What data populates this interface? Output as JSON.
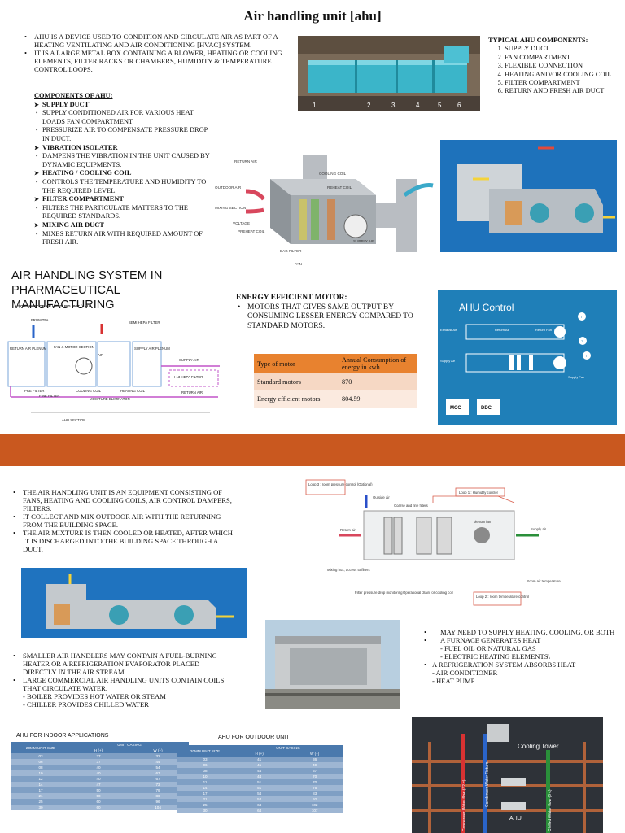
{
  "page1": {
    "title": "Air handling unit [ahu]",
    "intro": [
      "AHU IS A DEVICE USED TO CONDITION AND CIRCULATE AIR AS PART OF A HEATING VENTILATING AND AIR CONDITIONING [HVAC] SYSTEM.",
      "IT IS A LARGE METAL BOX CONTAINING A BLOWER, HEATING OR COOLING ELEMENTS, FILTER RACKS OR CHAMBERS, HUMIDITY & TEMPERATURE CONTROL LOOPS."
    ],
    "components_heading": "COMPONENTS OF AHU:",
    "components": [
      {
        "name": "SUPPLY DUCT",
        "desc": [
          "SUPPLY CONDITIONED AIR FOR VARIOUS HEAT LOADS FAN COMPARTMENT.",
          "PRESSURIZE AIR TO COMPENSATE PRESSURE DROP IN DUCT."
        ]
      },
      {
        "name": "VIBRATION ISOLATER",
        "desc": [
          "DAMPENS THE VIBRATION IN THE UNIT CAUSED BY DYNAMIC EQUIPMENTS."
        ]
      },
      {
        "name": "HEATING / COOLING COIL",
        "desc": [
          "CONTROLS THE TEMPERATURE AND HUMIDITY TO THE REQUIRED LEVEL."
        ]
      },
      {
        "name": "FILTER COMPARTMENT",
        "desc": [
          "FILTERS THE PARTICULATE MATTERS TO THE REQUIRED STANDARDS."
        ]
      },
      {
        "name": "MIXING AIR DUCT",
        "desc": [
          "MIXES RETURN AIR WITH REQUIRED AMOUNT OF FRESH AIR."
        ]
      }
    ],
    "typical_heading": "TYPICAL AHU COMPONENTS:",
    "typical": [
      "SUPPLY DUCT",
      "FAN COMPARTMENT",
      "FLEXIBLE CONNECTION",
      "HEATING AND/OR COOLING COIL",
      "FILTER COMPARTMENT",
      "RETURN AND FRESH AIR DUCT"
    ],
    "photo_numbers": [
      "1",
      "2",
      "3",
      "4",
      "5",
      "6"
    ],
    "cutaway_labels": {
      "return_air": "RETURN AIR",
      "cooling_coil": "COOLING COIL",
      "outdoor_air": "OUTDOOR AIR",
      "reheat_coil": "REHEAT COIL",
      "mixing_section": "MIXING SECTION",
      "voltage": "VOLTAGE",
      "preheat_coil": "PREHEAT COIL",
      "supply_air": "SUPPLY AIR",
      "bag_filter": "BAG FILTER",
      "fan": "FAN"
    },
    "pharma": {
      "heading": "AIR HANDLING SYSTEM IN PHARMACEUTICAL MANUFACTURING",
      "schematic_title": "SCHEMATIC OF AIR HANDLING UNIT (AHU)",
      "labels": {
        "from_tfa": "FROM TFA",
        "semi_hepa": "SEMI HEPA FILTER",
        "return_air_plenum": "RETURN AIR PLENUM",
        "fan_motor": "FAN & MOTOR SECTION",
        "air": "AIR",
        "supply_air_plenum": "SUPPLY AIR PLENUM",
        "supply_air": "SUPPLY AIR",
        "hepa": "H-13 HEPA FILTER",
        "pre_filter": "PRE FILTER",
        "fine_filter": "FINE FILTER",
        "cooling_coil": "COOLING COIL",
        "heating_coil": "HEATING COIL",
        "moisture": "MOISTURE ELIMINATOR",
        "return_air": "RETURN AIR",
        "section": "AHU SECTION"
      }
    },
    "energy": {
      "heading": "ENERGY EFFICIENT MOTOR:",
      "text": "MOTORS THAT GIVES SAME OUTPUT BY CONSUMING LESSER ENERGY COMPARED TO STANDARD MOTORS.",
      "table_headers": [
        "Type of motor",
        "Annual Consumption of energy in kwh"
      ],
      "table_rows": [
        [
          "Standard motors",
          "870"
        ],
        [
          "Energy efficient motors",
          "804.59"
        ]
      ]
    },
    "control": {
      "title": "AHU Control",
      "labels": [
        "Exhaust Air",
        "Return Air",
        "Return Fan",
        "Supply Air",
        "Supply Fan",
        "T",
        "T",
        "T"
      ],
      "boxes": [
        "MCC",
        "DDC"
      ]
    }
  },
  "page2": {
    "intro": [
      "THE AIR HANDLING UNIT IS AN EQUIPMENT CONSISTING OF FANS, HEATING AND COOLING COILS, AIR CONTROL DAMPERS, FILTERS.",
      "IT COLLECT AND MIX OUTDOOR AIR WITH THE RETURNING FROM THE BUILDING SPACE.",
      "THE AIR MIXTURE IS THEN COOLED OR HEATED, AFTER WHICH IT IS DISCHARGED INTO THE BUILDING SPACE THROUGH A DUCT."
    ],
    "loops": {
      "loop1": "Loop 1 : Humidity control",
      "loop2": "Loop 2 : room temperature control",
      "loop3": "Loop 3 : room pressure control (Optional)",
      "outside_air": "Outside air",
      "coarse": "Coarse and fine filters",
      "plenum_fan": "plenum fan",
      "supply_air": "Supply air",
      "return_air": "Return air",
      "mixing_box": "Mixing box, access to filters",
      "filter_pressure": "Filter pressure drop monitoring",
      "drain": "Operational drain for cooling coil",
      "room_air": "Room air temperature"
    },
    "middle": [
      "SMALLER AIR HANDLERS MAY CONTAIN A FUEL-BURNING HEATER OR A REFRIGERATION EVAPORATOR PLACED DIRECTLY IN THE AIR STREAM.",
      "LARGE COMMERCIAL AIR HANDLING UNITS CONTAIN COILS THAT CIRCULATE WATER."
    ],
    "middle_sub": [
      "- BOILER PROVIDES HOT WATER OR STEAM",
      "- CHILLER PROVIDES CHILLED WATER"
    ],
    "right": {
      "items": [
        {
          "text": "MAY NEED TO SUPPLY HEATING, COOLING, OR BOTH",
          "sub": []
        },
        {
          "text": "A FURNACE GENERATES HEAT",
          "sub": [
            "- FUEL OIL OR NATURAL GAS",
            "- ELECTRIC HEATING ELEMENTS\\"
          ]
        },
        {
          "text": "A REFRIGERATION SYSTEM ABSORBS HEAT",
          "sub": [
            "- AIR CONDITIONER",
            "- HEAT PUMP"
          ]
        }
      ]
    },
    "indoor": {
      "title": "AHU FOR INDOOR APPLICATIONS",
      "col1": "20MM UNIT SIZE",
      "casing": "UNIT CASING",
      "h": "H (+)",
      "w": "W (+)",
      "rows": [
        [
          "03",
          "37",
          "32"
        ],
        [
          "06",
          "37",
          "44"
        ],
        [
          "08",
          "40",
          "54"
        ],
        [
          "10",
          "40",
          "67"
        ],
        [
          "12",
          "40",
          "67"
        ],
        [
          "14",
          "47",
          "73"
        ],
        [
          "17",
          "50",
          "79"
        ],
        [
          "21",
          "50",
          "86"
        ],
        [
          "25",
          "60",
          "96"
        ],
        [
          "30",
          "60",
          "104"
        ]
      ]
    },
    "outdoor": {
      "title": "AHU FOR OUTDOOR UNIT",
      "col1": "20MM UNIT SIZE",
      "casing": "UNIT CASING",
      "h": "H (+)",
      "w": "W (+)",
      "rows": [
        [
          "03",
          "41",
          "36"
        ],
        [
          "06",
          "41",
          "49"
        ],
        [
          "08",
          "44",
          "57"
        ],
        [
          "10",
          "44",
          "70"
        ],
        [
          "11",
          "51",
          "70"
        ],
        [
          "14",
          "51",
          "76"
        ],
        [
          "17",
          "54",
          "83"
        ],
        [
          "21",
          "54",
          "92"
        ],
        [
          "25",
          "64",
          "102"
        ],
        [
          "30",
          "64",
          "107"
        ]
      ]
    },
    "tower": {
      "label": "Cooling Tower",
      "ahu": "AHU",
      "pipe1": "Condenser Water flow (32 c)",
      "pipe2": "Condenser Water Return",
      "pipe3": "Chilled Water flow (6 c)"
    }
  },
  "colors": {
    "divider": "#c9581f",
    "table_header": "#e8822f",
    "control_bg": "#1f7fb8",
    "cutaway_bg": "#1a6fb8"
  }
}
